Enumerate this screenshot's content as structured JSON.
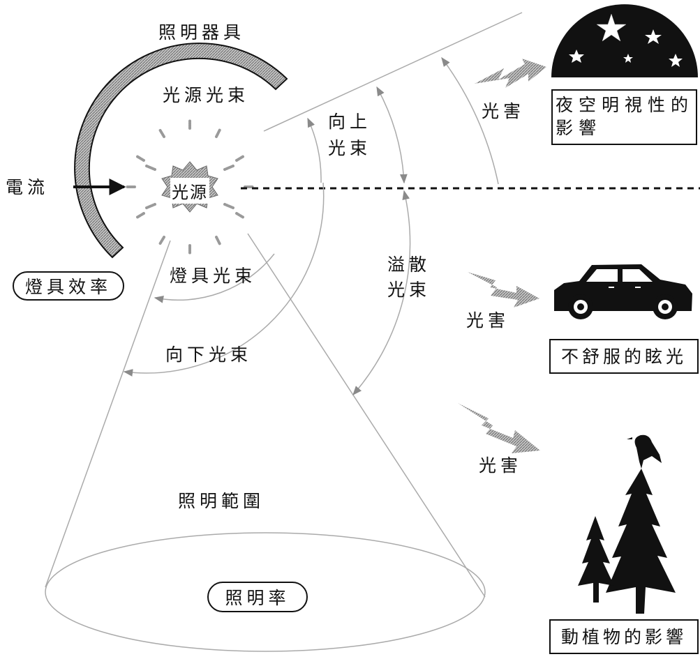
{
  "labels": {
    "fixture": "照明器具",
    "source_flux": "光源光束",
    "source": "光源",
    "current": "電流",
    "fixture_efficiency": "燈具效率",
    "fixture_flux": "燈具光束",
    "upward_flux_1": "向上",
    "upward_flux_2": "光束",
    "spill_flux_1": "溢散",
    "spill_flux_2": "光束",
    "downward_flux": "向下光束",
    "lighting_area": "照明範圍",
    "illumination_rate": "照明率"
  },
  "impacts": [
    {
      "harm": "光害",
      "effect_line1": "夜空明視性的",
      "effect_line2": "影響",
      "icon": "night-sky-icon"
    },
    {
      "harm": "光害",
      "effect": "不舒服的眩光",
      "icon": "car-icon"
    },
    {
      "harm": "光害",
      "effect": "動植物的影響",
      "icon": "tree-bird-icon"
    }
  ],
  "colors": {
    "ink": "#111111",
    "hatch": "#8a8a8a",
    "line": "#9a9a9a"
  }
}
